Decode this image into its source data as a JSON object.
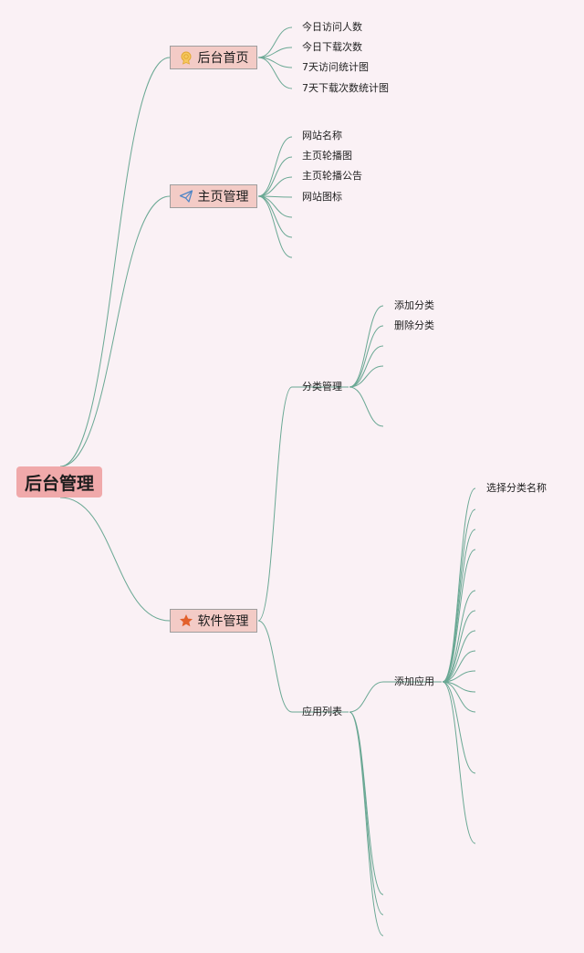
{
  "root": {
    "label": "后台管理"
  },
  "colors": {
    "background": "#faf1f5",
    "line": "#6aa894",
    "root_fill": "#f0a9aa",
    "branch_fill": "#f3cbc6"
  },
  "branches": [
    {
      "label": "后台首页",
      "icon": "award-medal-icon",
      "children": [
        "今日访问人数",
        "今日下载次数",
        "7天访问统计图",
        "7天下载次数统计图"
      ]
    },
    {
      "label": "主页管理",
      "icon": "paper-plane-icon",
      "children": [
        "网站名称",
        "主页轮播图",
        "主页轮播公告",
        "网站图标"
      ],
      "empty_child_count": 3
    },
    {
      "label": "软件管理",
      "icon": "star-icon",
      "children": [
        {
          "label": "分类管理",
          "children": [
            "添加分类",
            "删除分类"
          ],
          "empty_child_count": 3
        },
        {
          "label": "应用列表",
          "children": [
            {
              "label": "添加应用",
              "children": [
                "选择分类名称"
              ],
              "empty_child_count": 15
            }
          ],
          "empty_child_count": 3
        }
      ]
    }
  ]
}
